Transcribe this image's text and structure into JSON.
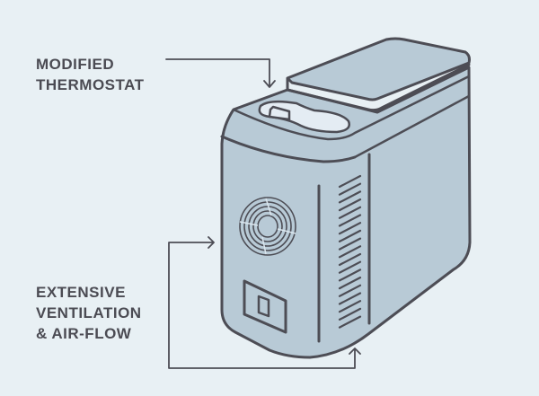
{
  "labels": {
    "thermostat": [
      "MODIFIED",
      "THERMOSTAT"
    ],
    "ventilation": [
      "EXTENSIVE",
      "VENTILATION",
      "& AIR-FLOW"
    ]
  },
  "colors": {
    "background": "#e8f0f4",
    "body": "#b8cad6",
    "outline": "#4d4d55",
    "highlight": "#e4ecf3"
  }
}
